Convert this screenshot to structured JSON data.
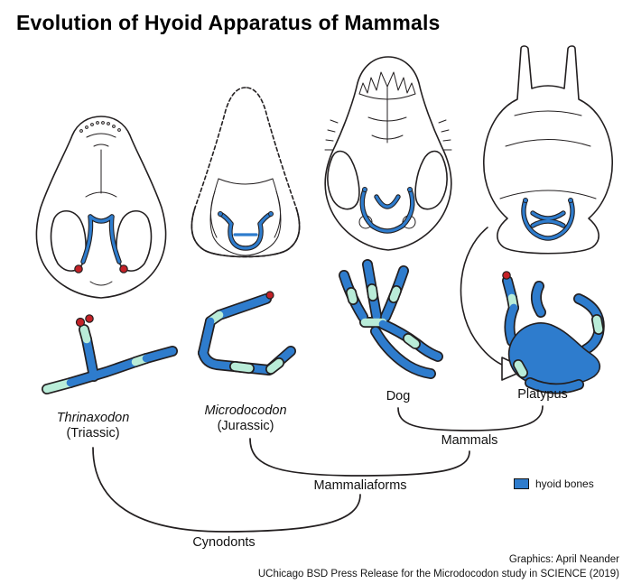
{
  "title": "Evolution of Hyoid Apparatus of Mammals",
  "specimens": [
    {
      "name": "Thrinaxodon",
      "period": "(Triassic)"
    },
    {
      "name": "Microdocodon",
      "period": "(Jurassic)"
    },
    {
      "name": "Dog"
    },
    {
      "name": "Platypus"
    }
  ],
  "clades": {
    "mammals": "Mammals",
    "mammaliaforms": "Mammaliaforms",
    "cynodonts": "Cynodonts"
  },
  "legend": {
    "hyoid_label": "hyoid bones"
  },
  "credits": {
    "line1": "Graphics: April Neander",
    "line2": "UChicago BSD Press Release for the Microdocodon study in SCIENCE (2019)"
  },
  "colors": {
    "hyoid_blue": "#2e7ccd",
    "cartilage_teal": "#b9ecd8",
    "marker_red": "#c42127",
    "line_black": "#231f20"
  }
}
